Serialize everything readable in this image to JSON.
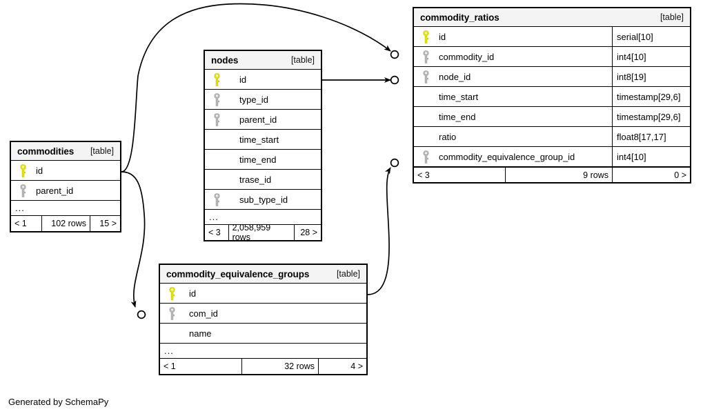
{
  "diagram": {
    "credit": "Generated by SchemaPy",
    "table_tag": "[table]",
    "ellipsis": "...",
    "colors": {
      "primary_key": "#e8e800",
      "foreign_key": "#b3b3b3",
      "header_bg": "#f4f4f4",
      "border": "#000000",
      "background": "#ffffff"
    },
    "icons": {
      "primary_key": "key-icon-yellow",
      "foreign_key": "key-icon-grey"
    }
  },
  "tables": {
    "commodities": {
      "name": "commodities",
      "tag": "[table]",
      "columns": [
        {
          "key": "primary",
          "name": "id"
        },
        {
          "key": "foreign",
          "name": "parent_id"
        }
      ],
      "ellipsis": "...",
      "footer": {
        "prev": "< 1",
        "rows": "102 rows",
        "next": "15 >"
      }
    },
    "nodes": {
      "name": "nodes",
      "tag": "[table]",
      "columns": [
        {
          "key": "primary",
          "name": "id"
        },
        {
          "key": "foreign",
          "name": "type_id"
        },
        {
          "key": "foreign",
          "name": "parent_id"
        },
        {
          "key": "none",
          "name": "time_start"
        },
        {
          "key": "none",
          "name": "time_end"
        },
        {
          "key": "none",
          "name": "trase_id"
        },
        {
          "key": "foreign",
          "name": "sub_type_id"
        }
      ],
      "ellipsis": "...",
      "footer": {
        "prev": "< 3",
        "rows": "2,058,959 rows",
        "next": "28 >"
      }
    },
    "commodity_ratios": {
      "name": "commodity_ratios",
      "tag": "[table]",
      "columns": [
        {
          "key": "primary",
          "name": "id",
          "type": "serial[10]"
        },
        {
          "key": "foreign",
          "name": "commodity_id",
          "type": "int4[10]"
        },
        {
          "key": "foreign",
          "name": "node_id",
          "type": "int8[19]"
        },
        {
          "key": "none",
          "name": "time_start",
          "type": "timestamp[29,6]"
        },
        {
          "key": "none",
          "name": "time_end",
          "type": "timestamp[29,6]"
        },
        {
          "key": "none",
          "name": "ratio",
          "type": "float8[17,17]"
        },
        {
          "key": "foreign",
          "name": "commodity_equivalence_group_id",
          "type": "int4[10]"
        }
      ],
      "footer": {
        "prev": "< 3",
        "rows": "9 rows",
        "next": "0 >"
      }
    },
    "commodity_equivalence_groups": {
      "name": "commodity_equivalence_groups",
      "tag": "[table]",
      "columns": [
        {
          "key": "primary",
          "name": "id"
        },
        {
          "key": "foreign",
          "name": "com_id"
        },
        {
          "key": "none",
          "name": "name"
        }
      ],
      "ellipsis": "...",
      "footer": {
        "prev": "< 1",
        "rows": "32 rows",
        "next": "4 >"
      }
    }
  },
  "relationships": [
    {
      "from": "commodities.id",
      "to": "commodity_ratios.commodity_id"
    },
    {
      "from": "nodes.id",
      "to": "commodity_ratios.node_id"
    },
    {
      "from": "commodity_equivalence_groups.id",
      "to": "commodity_ratios.commodity_equivalence_group_id"
    },
    {
      "from": "commodities.id",
      "to": "commodity_equivalence_groups.com_id"
    }
  ]
}
